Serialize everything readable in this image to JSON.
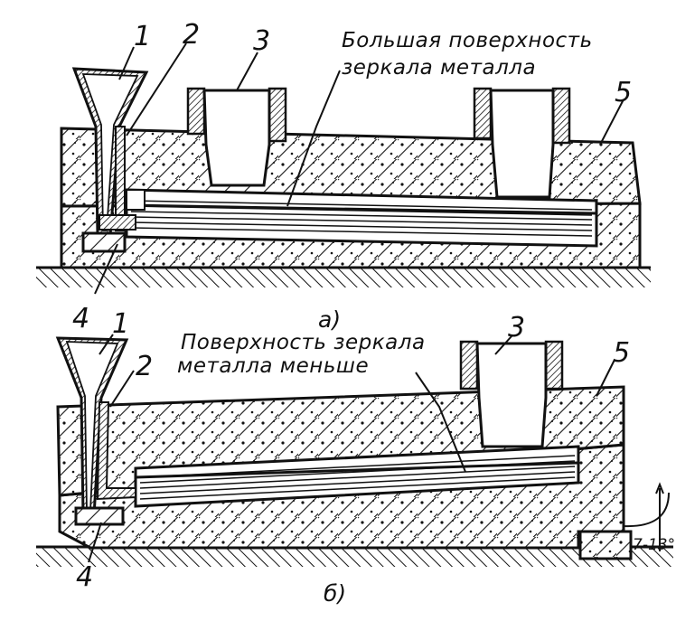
{
  "figure_a": {
    "num_1": "1",
    "num_2": "2",
    "num_3": "3",
    "num_4": "4",
    "num_5": "5",
    "note_line1": "Большая поверхность",
    "note_line2": "зеркала металла",
    "caption": "а)"
  },
  "figure_b": {
    "num_1": "1",
    "num_2": "2",
    "num_3": "3",
    "num_4": "4",
    "num_5": "5",
    "note_line1": "Поверхность зеркала",
    "note_line2": "металла меньше",
    "slope": "7-13°",
    "caption": "б)"
  }
}
